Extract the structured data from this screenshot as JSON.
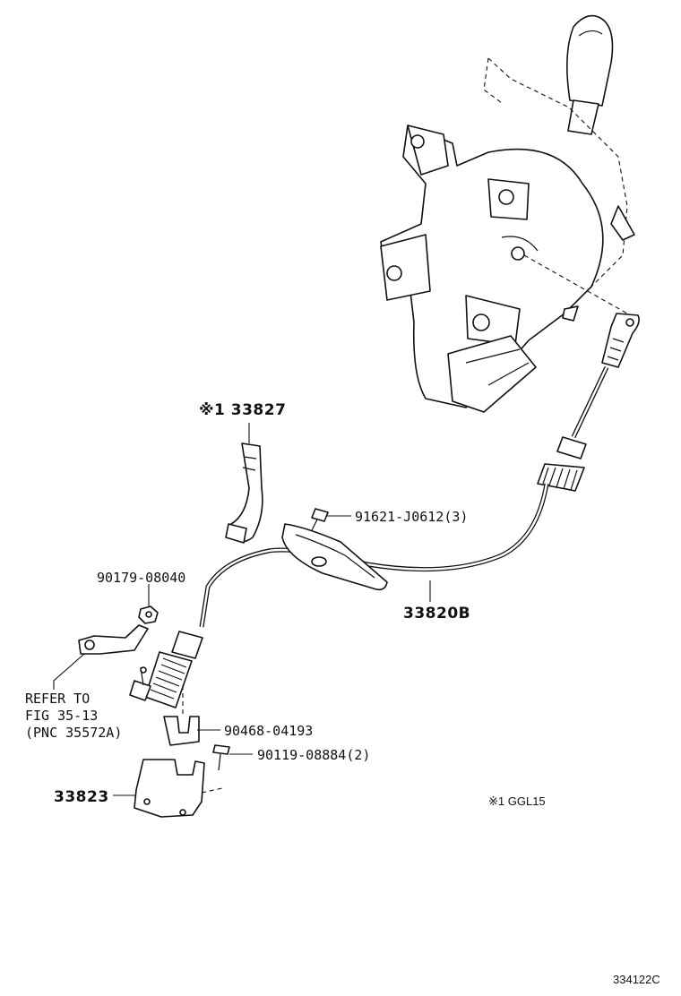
{
  "callouts": {
    "p33827": "※1 33827",
    "p91621": "91621-J0612(3)",
    "p90179": "90179-08040",
    "p33820b": "33820B",
    "refer_line1": "REFER TO",
    "refer_line2": "FIG 35-13",
    "refer_line3": "(PNC 35572A)",
    "p90468": "90468-04193",
    "p90119": "90119-08884(2)",
    "p33823": "33823"
  },
  "footnote": "※1 GGL15",
  "figure_code": "334122C"
}
